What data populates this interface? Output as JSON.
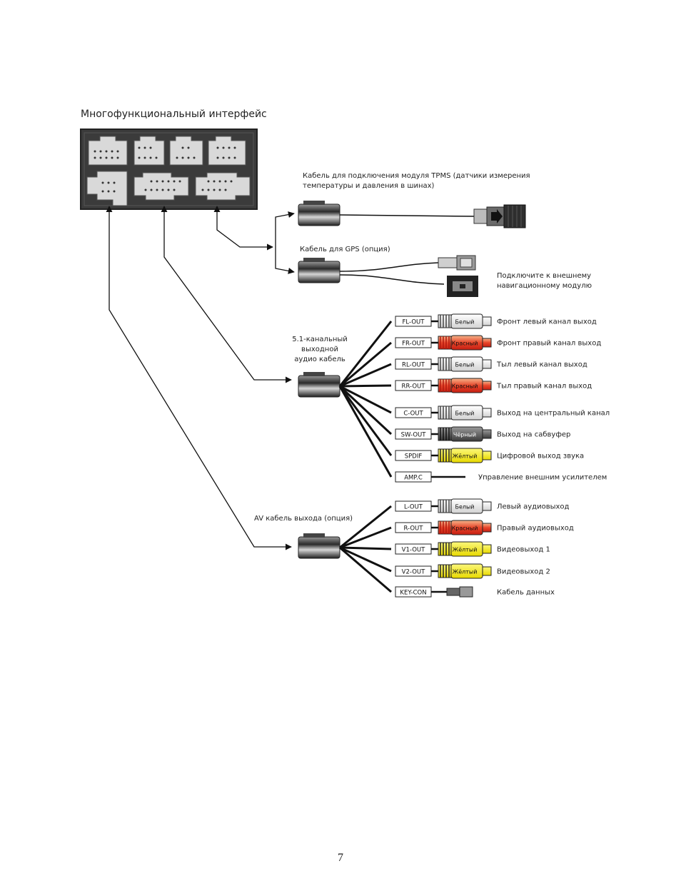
{
  "title": "Многофункциональный интерфейс",
  "tpms_caption": "Кабель для подключения модуля TPMS (датчики измерения температуры и давления в шинах)",
  "gps_caption": "Кабель для GPS (опция)",
  "nav_caption": "Подключите к внешнему навигационному модулю",
  "audio51_caption_lines": [
    "5.1-канальный",
    "выходной",
    "аудио кабель"
  ],
  "av_caption": "AV кабель выхода (опция)",
  "audio51_outputs": [
    {
      "tag": "FL-OUT",
      "plug": "Белый",
      "color": "white",
      "desc": "Фронт левый канал выход"
    },
    {
      "tag": "FR-OUT",
      "plug": "Красный",
      "color": "red",
      "desc": "Фронт правый канал выход"
    },
    {
      "tag": "RL-OUT",
      "plug": "Белый",
      "color": "white",
      "desc": "Тыл левый канал выход"
    },
    {
      "tag": "RR-OUT",
      "plug": "Красный",
      "color": "red",
      "desc": "Тыл правый канал выход"
    },
    {
      "tag": "C-OUT",
      "plug": "Белый",
      "color": "white",
      "desc": "Выход на центральный канал"
    },
    {
      "tag": "SW-OUT",
      "plug": "Чёрный",
      "color": "black",
      "desc": "Выход на сабвуфер"
    },
    {
      "tag": "SPDIF",
      "plug": "Жёлтый",
      "color": "yellow",
      "desc": "Цифровой выход звука"
    },
    {
      "tag": "AMP.C",
      "plug": "",
      "color": "wire",
      "desc": "Управление внешним усилителем"
    }
  ],
  "av_outputs": [
    {
      "tag": "L-OUT",
      "plug": "Белый",
      "color": "white",
      "desc": "Левый аудиовыход"
    },
    {
      "tag": "R-OUT",
      "plug": "Красный",
      "color": "red",
      "desc": "Правый аудиовыход"
    },
    {
      "tag": "V1-OUT",
      "plug": "Жёлтый",
      "color": "yellow",
      "desc": "Видеовыход 1"
    },
    {
      "tag": "V2-OUT",
      "plug": "Жёлтый",
      "color": "yellow",
      "desc": "Видеовыход 2"
    },
    {
      "tag": "KEY-CON",
      "plug": "",
      "color": "connector",
      "desc": "Кабель данных"
    }
  ],
  "colors": {
    "panel": "#3b3b3b",
    "connector_face": "#d9d9d9",
    "plug_white": "#ececec",
    "plug_red": "#e8452a",
    "plug_black": "#5a5a5a",
    "plug_yellow": "#f2e600",
    "wire": "#111111"
  },
  "page_number": "7"
}
